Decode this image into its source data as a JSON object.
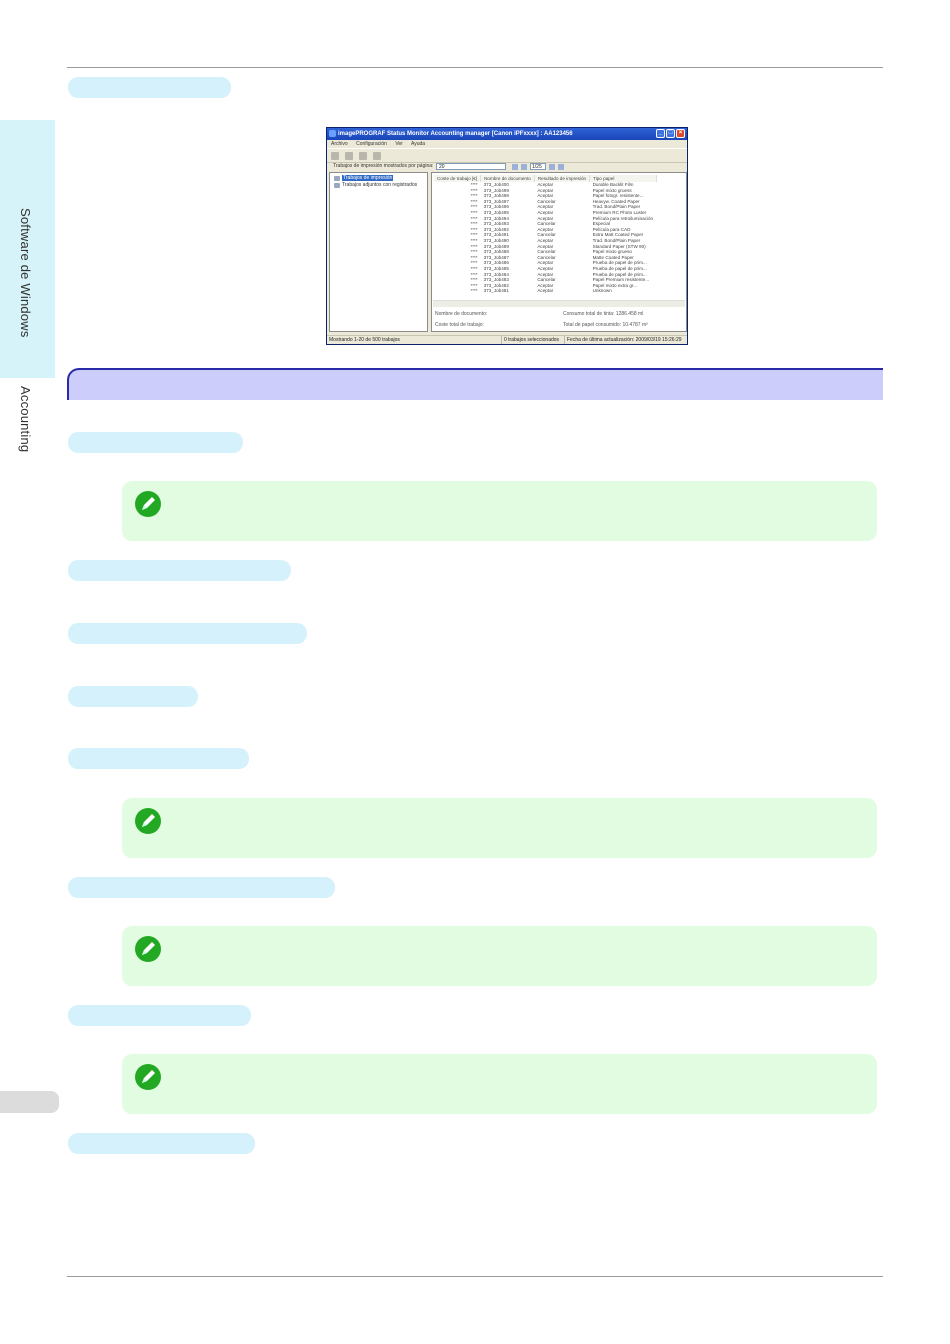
{
  "sidebar": {
    "section_label": "Software de Windows",
    "chapter_label": "Accounting"
  },
  "screenshot": {
    "title": "imagePROGRAF Status Monitor Accounting manager [Canon iPFxxxx] : AA123456",
    "menu": [
      "Archivo",
      "Configuración",
      "Ver",
      "Ayuda"
    ],
    "filter_label": "Trabajos de impresión mostrados por página:",
    "filter_value": "20",
    "page_value": "1/25",
    "tree": [
      "Trabajos de impresión",
      "Trabajos adjuntos con registrados"
    ],
    "columns": [
      "Coste de trabajo [€]",
      "Nombre de documento",
      "Resultado de impresión",
      "Tipo papel"
    ],
    "rows": [
      [
        "****",
        "373_Job400",
        "Aceptar",
        "Durable Backlit Film"
      ],
      [
        "****",
        "373_Job499",
        "Aceptar",
        "Papel mixto gruess"
      ],
      [
        "****",
        "373_Job498",
        "Aceptar",
        "Papel fotogr. resistente..."
      ],
      [
        "****",
        "373_Job497",
        "Cancelar",
        "Heavyw. Coated Paper"
      ],
      [
        "****",
        "373_Job496",
        "Aceptar",
        "Trad. Bond/Plain Paper"
      ],
      [
        "****",
        "373_Job495",
        "Aceptar",
        "Premium RC Photo Luster"
      ],
      [
        "****",
        "373_Job494",
        "Aceptar",
        "Película para retroiluminación"
      ],
      [
        "****",
        "373_Job493",
        "Cancelar",
        "Especial"
      ],
      [
        "****",
        "373_Job492",
        "Aceptar",
        "Película para CAD"
      ],
      [
        "****",
        "373_Job491",
        "Cancelar",
        "Extra Matt Coated Paper"
      ],
      [
        "****",
        "373_Job490",
        "Aceptar",
        "Trad. Bond/Plain Paper"
      ],
      [
        "****",
        "373_Job489",
        "Aceptar",
        "Standard Paper (STW 90)"
      ],
      [
        "****",
        "373_Job488",
        "Cancelar",
        "Papel mixto grueso"
      ],
      [
        "****",
        "373_Job487",
        "Cancelar",
        "Matte Coated Paper"
      ],
      [
        "****",
        "373_Job486",
        "Aceptar",
        "Prueba de papel de prim..."
      ],
      [
        "****",
        "373_Job485",
        "Aceptar",
        "Prueba de papel de prim..."
      ],
      [
        "****",
        "373_Job484",
        "Aceptar",
        "Prueba de papel de prim..."
      ],
      [
        "****",
        "373_Job483",
        "Cancelar",
        "Papel Premium resistente..."
      ],
      [
        "****",
        "373_Job482",
        "Aceptar",
        "Papel mixto extra gr..."
      ],
      [
        "****",
        "373_Job481",
        "Aceptar",
        "Unknown"
      ]
    ],
    "info_doc_name": "Nombre de documento:",
    "info_total_cost": "Coste total de trabajo:",
    "info_ink": "Consumo total de tinta: 1286.458 ml",
    "info_paper": "Total de papel consumido: 10.4787 m²",
    "status": [
      "Mostrando 1-20 de 500 trabajos",
      "0 trabajos seleccionados",
      "Fecha de última actualización: 2009/03/19 15:26:29"
    ]
  }
}
